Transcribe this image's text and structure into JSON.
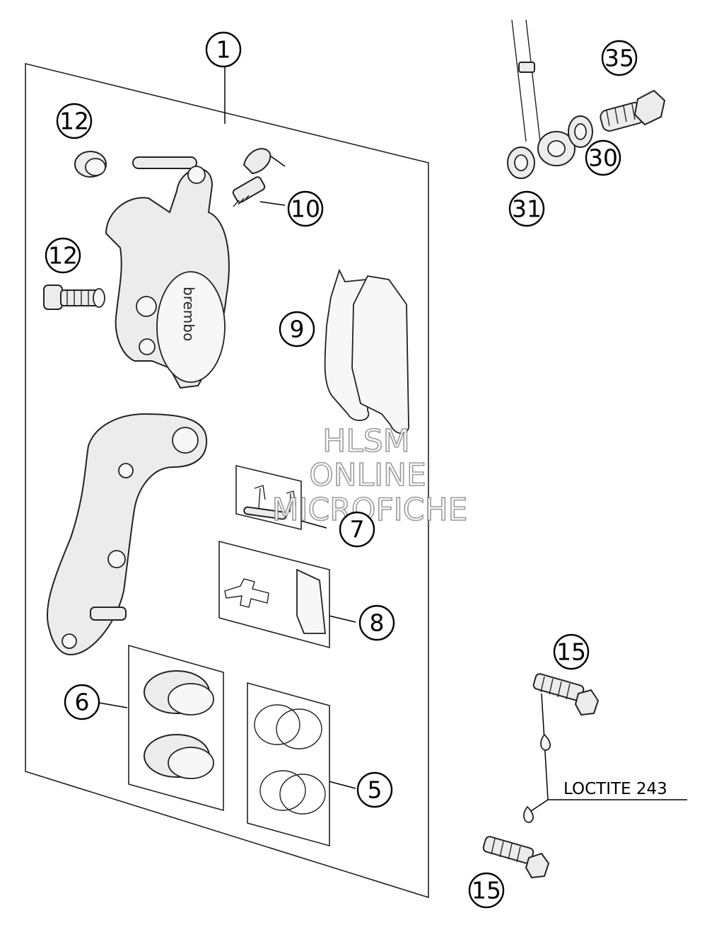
{
  "diagram": {
    "callouts": {
      "c1": "1",
      "c5": "5",
      "c6": "6",
      "c7": "7",
      "c8": "8",
      "c9": "9",
      "c10": "10",
      "c12a": "12",
      "c12b": "12",
      "c15a": "15",
      "c15b": "15",
      "c30": "30",
      "c31": "31",
      "c35": "35"
    },
    "caliper_brand": "brembo",
    "note": "LOCTITE 243",
    "watermark": {
      "line1": "HLSM",
      "line2": "ONLINE",
      "line3": "MICROFICHE"
    }
  }
}
